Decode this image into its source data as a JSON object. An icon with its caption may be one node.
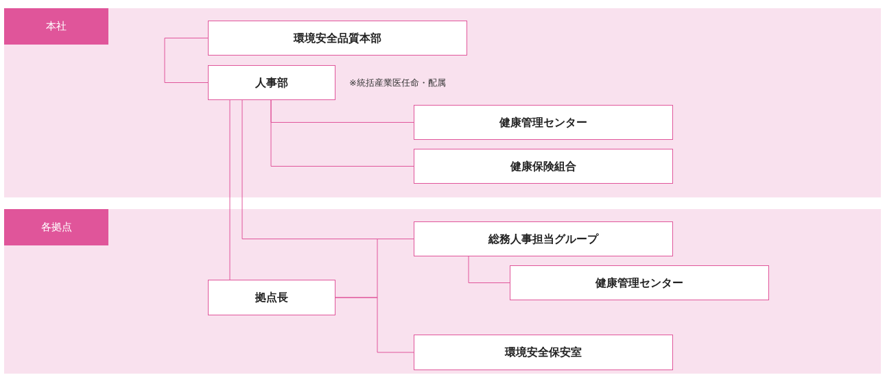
{
  "diagram": {
    "nodes": [
      {
        "text": [
          "本社"
        ]
      },
      {
        "text": [
          "環境安全品質本部"
        ],
        "in": 0
      },
      {
        "text": [
          "人事部"
        ],
        "in": 0,
        "beside": [
          "※統括産業医任命・配属"
        ]
      },
      {
        "text": [
          "健康管理センター"
        ],
        "in": 0
      },
      {
        "text": [
          "健康保険組合"
        ],
        "in": 0
      },
      {
        "text": [
          "各拠点"
        ]
      },
      {
        "text": [
          "総務人事担当グループ"
        ],
        "in": 5
      },
      {
        "text": [
          "健康管理センター"
        ],
        "in": 5
      },
      {
        "text": [
          "拠点長"
        ],
        "in": 5
      },
      {
        "text": [
          "環境安全保安室"
        ],
        "in": 5
      }
    ],
    "edges": [
      {
        "from": 1,
        "to": 2,
        "arrow": "none"
      },
      {
        "from": 2,
        "to": 3,
        "arrow": "none"
      },
      {
        "from": 2,
        "to": 4,
        "arrow": "none"
      },
      {
        "from": 2,
        "to": 6,
        "arrow": "none"
      },
      {
        "from": 2,
        "to": 8,
        "arrow": "none"
      },
      {
        "from": 8,
        "to": 6,
        "arrow": "none"
      },
      {
        "from": 8,
        "to": 9,
        "arrow": "none"
      },
      {
        "from": 6,
        "to": 7,
        "arrow": "none"
      }
    ]
  }
}
